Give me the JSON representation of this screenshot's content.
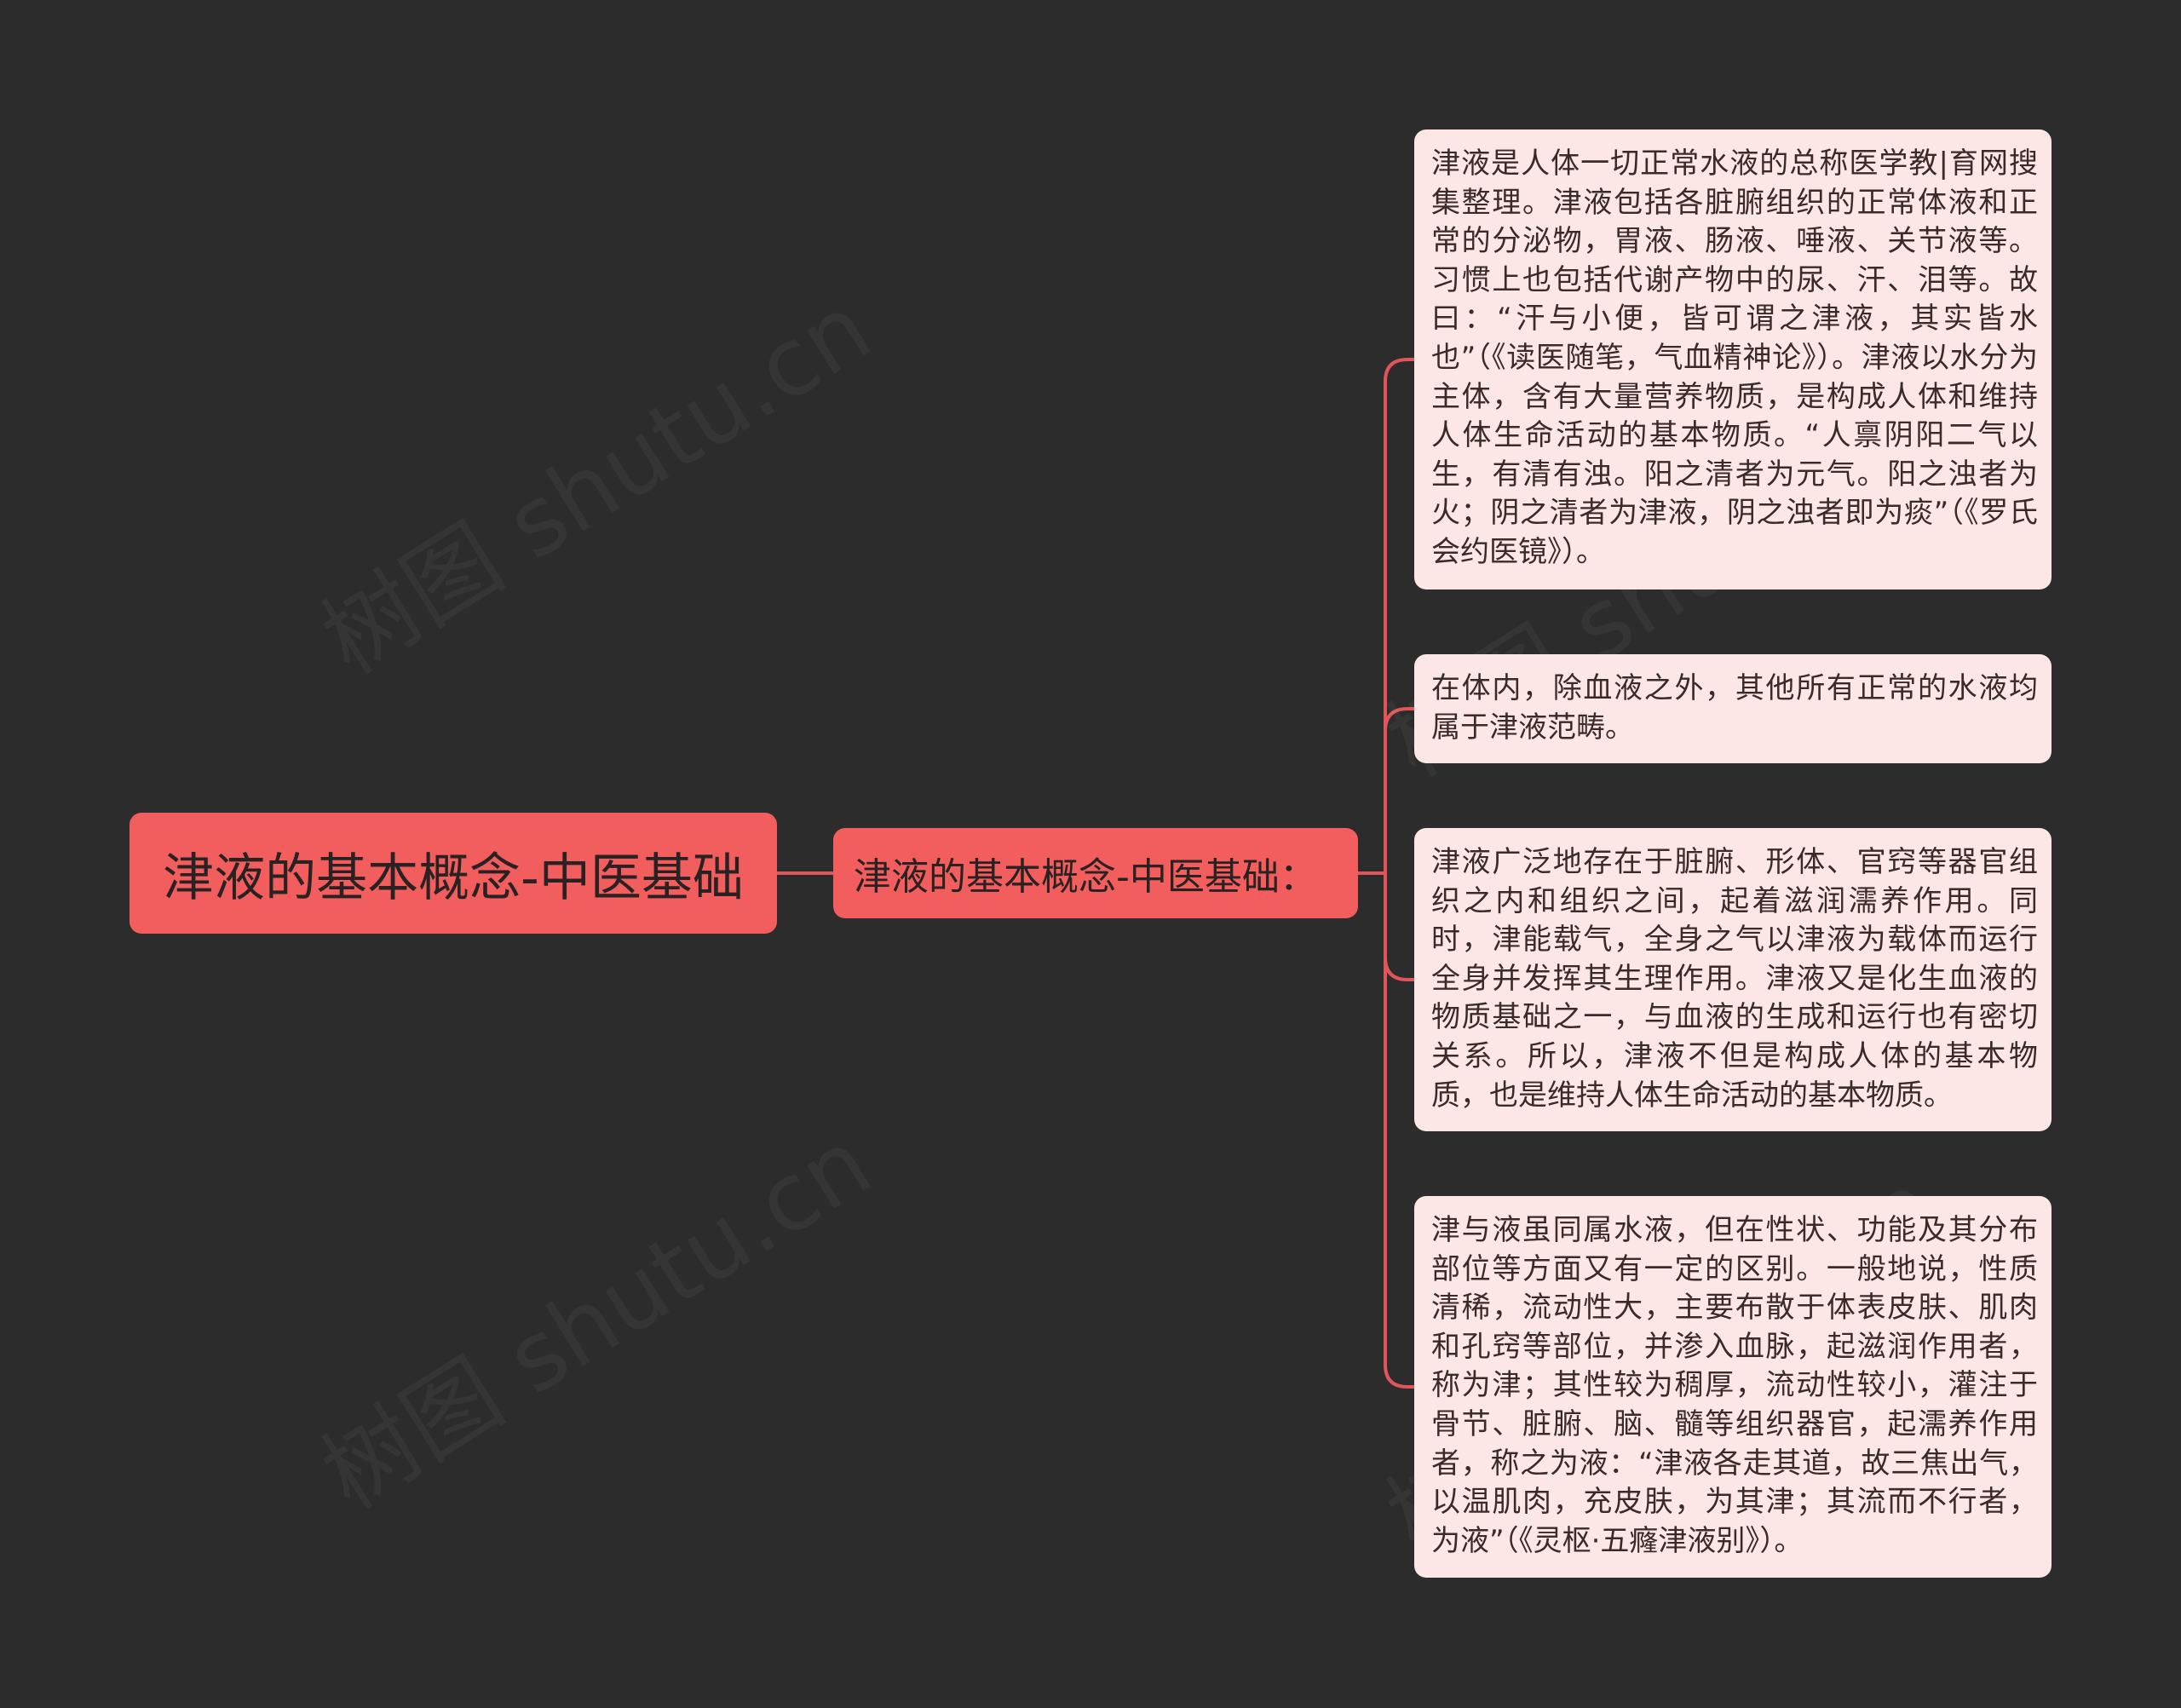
{
  "mindmap": {
    "root": {
      "label": "津液的基本概念-中医基础"
    },
    "branch": {
      "label": "津液的基本概念-中医基础："
    },
    "leaves": [
      {
        "text": "津液是人体一切正常水液的总称医学教|育网搜集整理。津液包括各脏腑组织的正常体液和正常的分泌物，胃液、肠液、唾液、关节液等。习惯上也包括代谢产物中的尿、汗、泪等。故曰：“汗与小便，皆可谓之津液，其实皆水也”（《读医随笔，气血精神论》）。津液以水分为主体，含有大量营养物质，是构成人体和维持人体生命活动的基本物质。“人禀阴阳二气以生，有清有浊。阳之清者为元气。阳之浊者为火；阴之清者为津液，阴之浊者即为痰”（《罗氏会约医镜》）。"
      },
      {
        "text": "在体内，除血液之外，其他所有正常的水液均属于津液范畴。"
      },
      {
        "text": "津液广泛地存在于脏腑、形体、官窍等器官组织之内和组织之间，起着滋润濡养作用。同时，津能载气，全身之气以津液为载体而运行全身并发挥其生理作用。津液又是化生血液的物质基础之一，与血液的生成和运行也有密切关系。所以，津液不但是构成人体的基本物质，也是维持人体生命活动的基本物质。"
      },
      {
        "text": "津与液虽同属水液，但在性状、功能及其分布部位等方面又有一定的区别。一般地说，性质清稀，流动性大，主要布散于体表皮肤、肌肉和孔窍等部位，并渗入血脉，起滋润作用者，称为津；其性较为稠厚，流动性较小，灌注于骨节、脏腑、脑、髓等组织器官，起濡养作用者，称之为液：“津液各走其道，故三焦出气，以温肌肉，充皮肤，为其津；其流而不行者，为液”（《灵枢·五癃津液别》）。"
      }
    ],
    "watermark": "树图 shutu.cn"
  },
  "colors": {
    "background": "#2c2c2c",
    "node_fill": "#f25d5d",
    "leaf_fill": "#fde6e6",
    "connector": "#e0565a"
  }
}
